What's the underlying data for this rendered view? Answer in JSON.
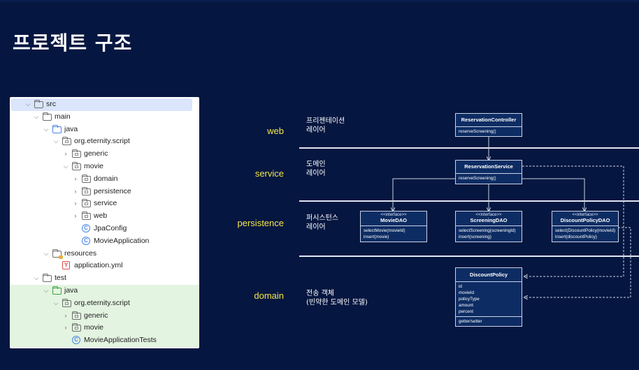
{
  "title": "프로젝트 구조",
  "tree": [
    {
      "label": "src",
      "kind": "folder",
      "level": 0,
      "chev": "open"
    },
    {
      "label": "main",
      "kind": "folder",
      "level": 1,
      "chev": "open"
    },
    {
      "label": "java",
      "kind": "folder-blue",
      "level": 2,
      "chev": "open"
    },
    {
      "label": "org.eternity.script",
      "kind": "package",
      "level": 3,
      "chev": "open"
    },
    {
      "label": "generic",
      "kind": "package",
      "level": 4,
      "chev": "closed"
    },
    {
      "label": "movie",
      "kind": "package",
      "level": 4,
      "chev": "open"
    },
    {
      "label": "domain",
      "kind": "package",
      "level": 5,
      "chev": "closed"
    },
    {
      "label": "persistence",
      "kind": "package",
      "level": 5,
      "chev": "closed"
    },
    {
      "label": "service",
      "kind": "package",
      "level": 5,
      "chev": "closed"
    },
    {
      "label": "web",
      "kind": "package",
      "level": 5,
      "chev": "closed"
    },
    {
      "label": "JpaConfig",
      "kind": "class",
      "level": 5,
      "chev": "none"
    },
    {
      "label": "MovieApplication",
      "kind": "class",
      "level": 5,
      "chev": "none"
    },
    {
      "label": "resources",
      "kind": "folder-res",
      "level": 2,
      "chev": "open"
    },
    {
      "label": "application.yml",
      "kind": "yaml",
      "level": 3,
      "chev": "none"
    },
    {
      "label": "test",
      "kind": "folder",
      "level": 1,
      "chev": "open"
    },
    {
      "label": "java",
      "kind": "folder-green",
      "level": 2,
      "chev": "open"
    },
    {
      "label": "org.eternity.script",
      "kind": "package",
      "level": 3,
      "chev": "open"
    },
    {
      "label": "generic",
      "kind": "package",
      "level": 4,
      "chev": "closed"
    },
    {
      "label": "movie",
      "kind": "package",
      "level": 4,
      "chev": "closed"
    },
    {
      "label": "MovieApplicationTests",
      "kind": "class",
      "level": 4,
      "chev": "none"
    }
  ],
  "layers": {
    "web": {
      "name": "web",
      "desc1": "프리젠테이션",
      "desc2": "레이어"
    },
    "service": {
      "name": "service",
      "desc1": "도메인",
      "desc2": "레이어"
    },
    "persistence": {
      "name": "persistence",
      "desc1": "퍼시스턴스",
      "desc2": "레이어"
    },
    "domain": {
      "name": "domain",
      "desc1": "전송 객체",
      "desc2": "(빈약한 도메인 모델)"
    }
  },
  "classes": {
    "controller": {
      "name": "ReservationController",
      "m1": "reserveScreening()"
    },
    "service": {
      "name": "ReservationService",
      "m1": "reserveScreening()"
    },
    "movieDao": {
      "stereo": "<<interface>>",
      "name": "MovieDAO",
      "m1": "selectMovie(movieId)",
      "m2": "insert(movie)"
    },
    "screeningDao": {
      "stereo": "<<interface>>",
      "name": "ScreeningDAO",
      "m1": "selectScreening(screeningId)",
      "m2": "insert(screening)"
    },
    "discountDao": {
      "stereo": "<<interface>>",
      "name": "DiscountPolicyDAO",
      "m1": "select(DiscountPolicy(movieId)",
      "m2": "insert(discountPolicy)"
    },
    "policy": {
      "name": "DiscountPolicy",
      "f1": "id",
      "f2": "movieId",
      "f3": "policyType",
      "f4": "amount",
      "f5": "percent",
      "m1": "getter/setter"
    }
  }
}
